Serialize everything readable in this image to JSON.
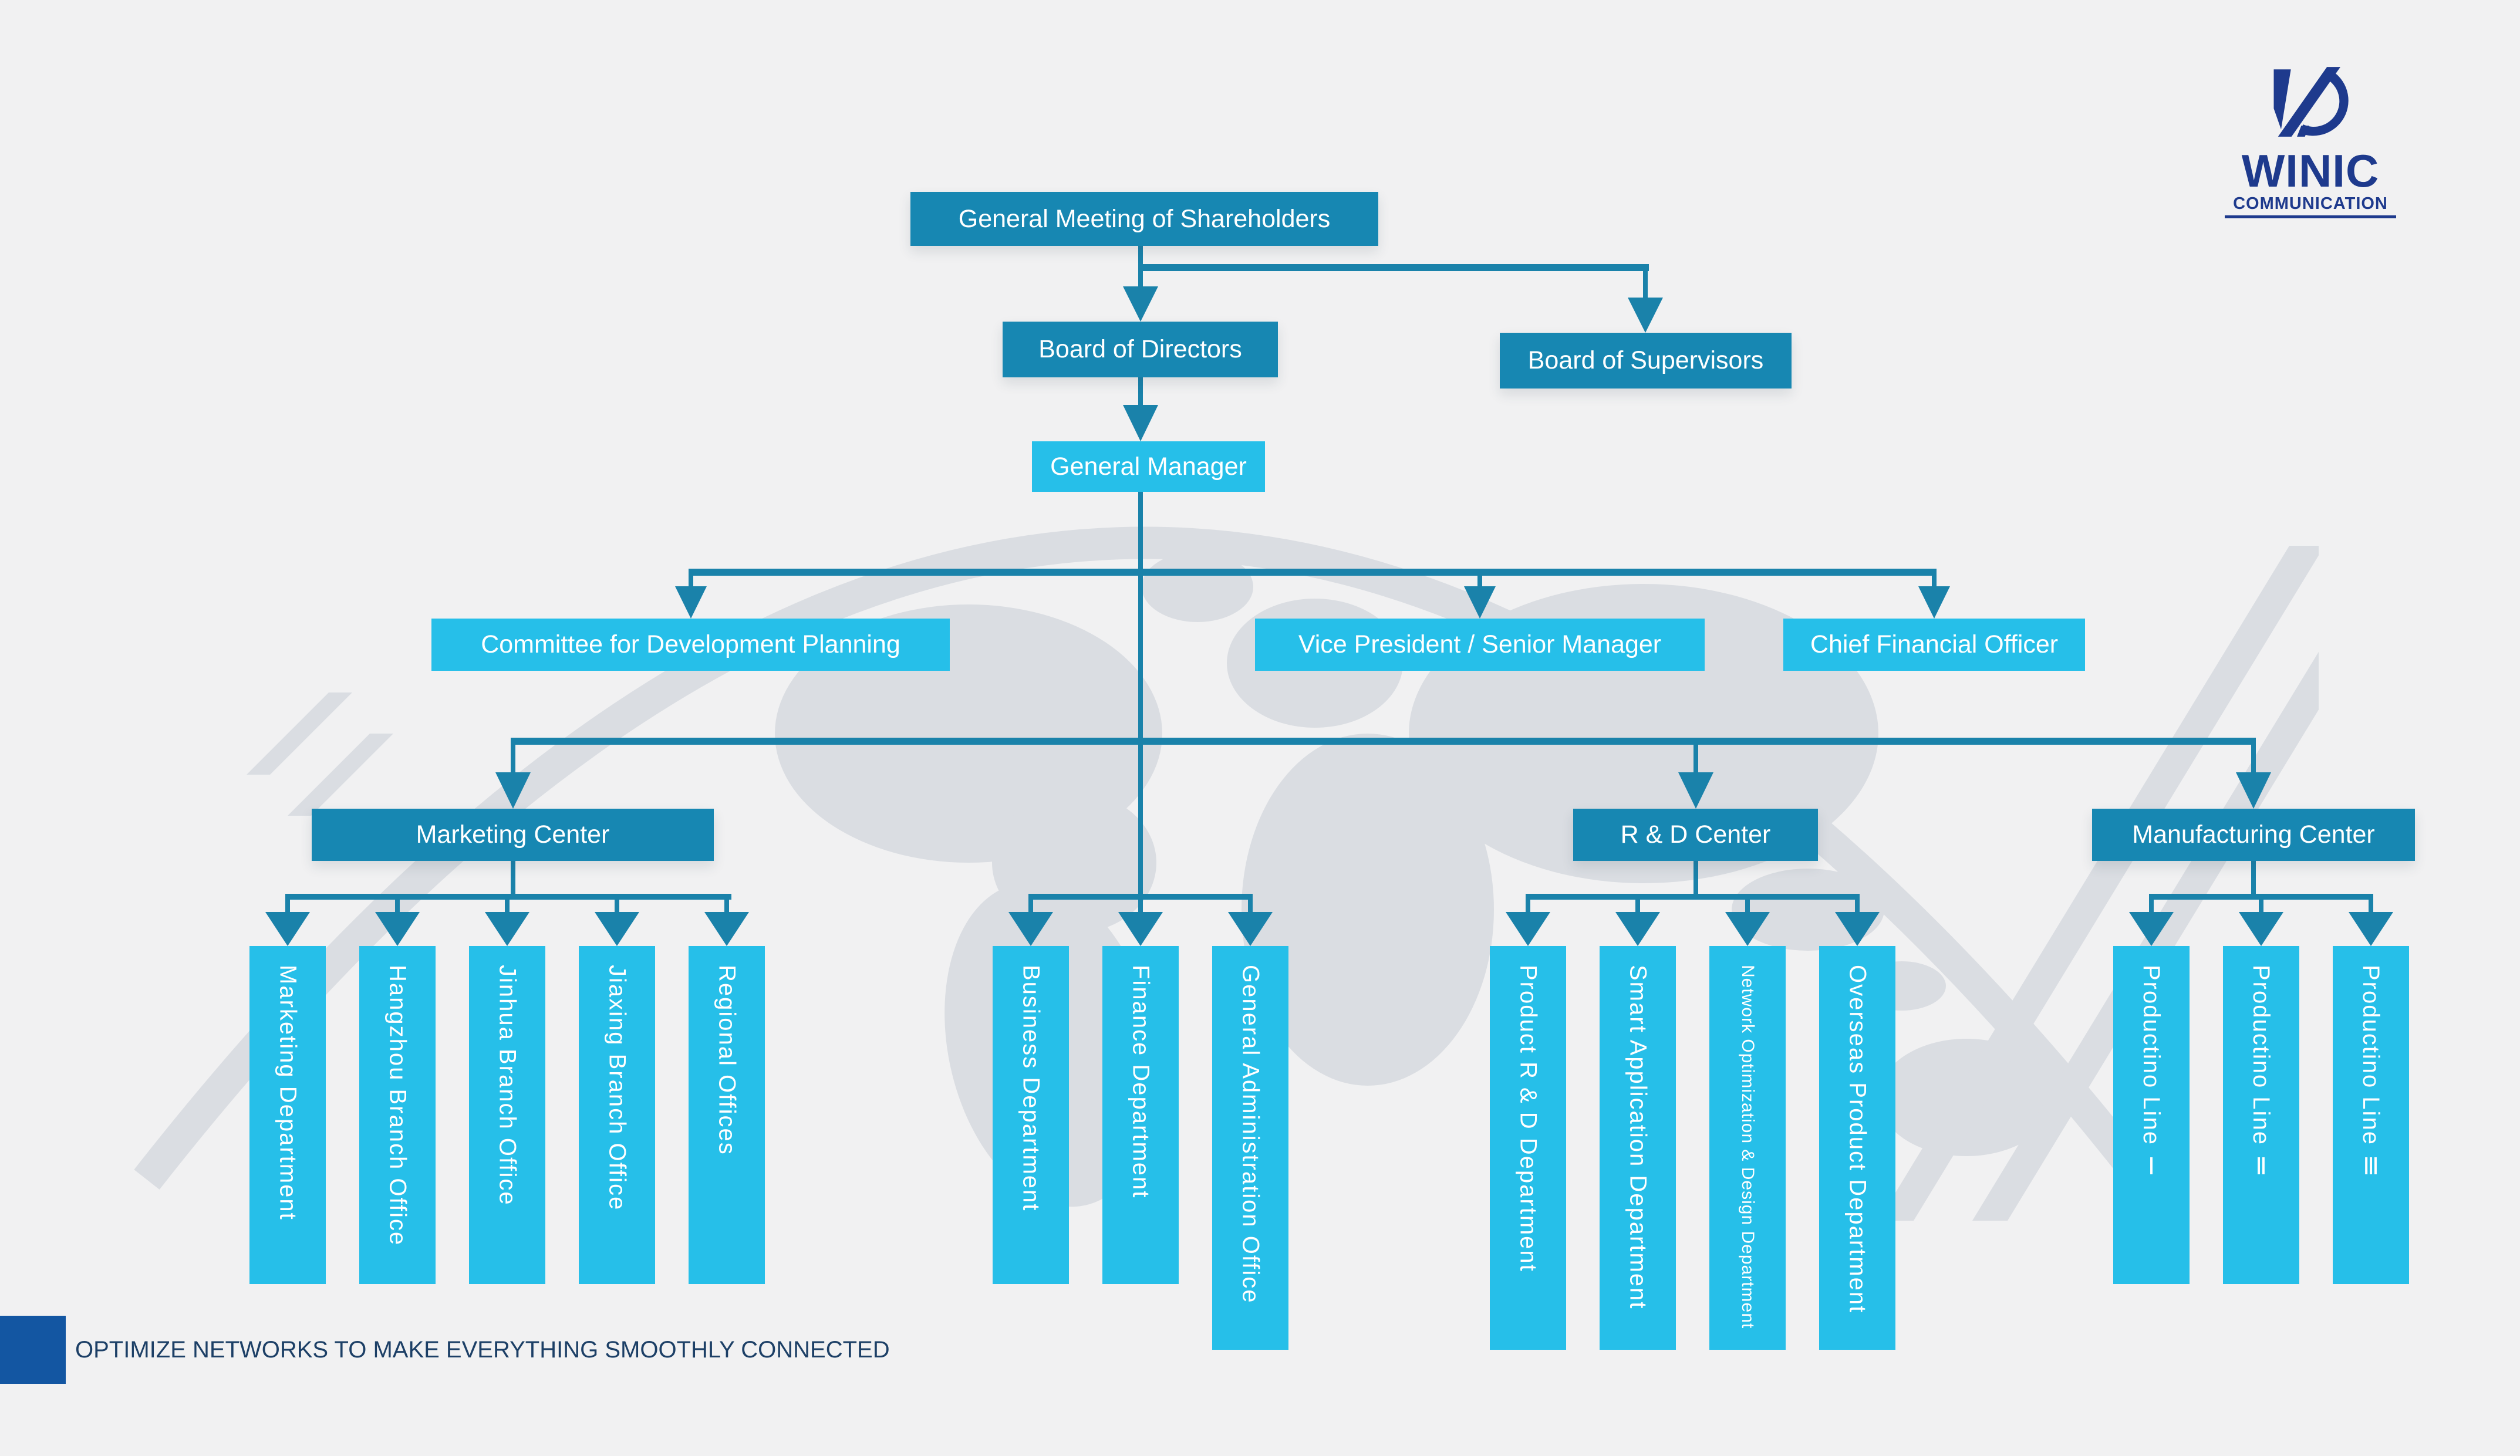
{
  "logo": {
    "brand": "WINIC",
    "subtitle": "COMMUNICATION",
    "mark": "winic-swoosh-monogram",
    "color": "#1e3a8d"
  },
  "footer": {
    "tagline": "OPTIMIZE NETWORKS TO MAKE EVERYTHING SMOOTHLY CONNECTED",
    "accent_square_color": "#1356a2"
  },
  "colors": {
    "background": "#f1f1f2",
    "box_dark": "#1787b2",
    "box_light": "#26bfe9",
    "connector": "#1a82aa",
    "map_watermark": "#dadde2",
    "text_on_box": "#ffffff"
  },
  "org": {
    "root": "General Meeting of Shareholders",
    "level1": [
      "Board of Directors",
      "Board of Supervisors"
    ],
    "general_manager": "General Manager",
    "executive_row": [
      "Committee for Development Planning",
      "Vice President / Senior Manager",
      "Chief Financial Officer"
    ],
    "centers": [
      "Marketing Center",
      "R & D Center",
      "Manufacturing Center"
    ],
    "marketing_departments": [
      "Marketing Department",
      "Hangzhou Branch Office",
      "Jinhua Branch Office",
      "Jiaxing Branch Office",
      "Regional Offices"
    ],
    "gm_departments": [
      "Business Department",
      "Finance Department",
      "General Administration Office"
    ],
    "rd_departments": [
      "Product R & D Department",
      "Smart Application Department",
      "Network Optimization & Design Department",
      "Overseas Product Department"
    ],
    "manufacturing_departments": [
      "Productino Line Ⅰ",
      "Productino Line Ⅱ",
      "Productino Line Ⅲ"
    ]
  }
}
